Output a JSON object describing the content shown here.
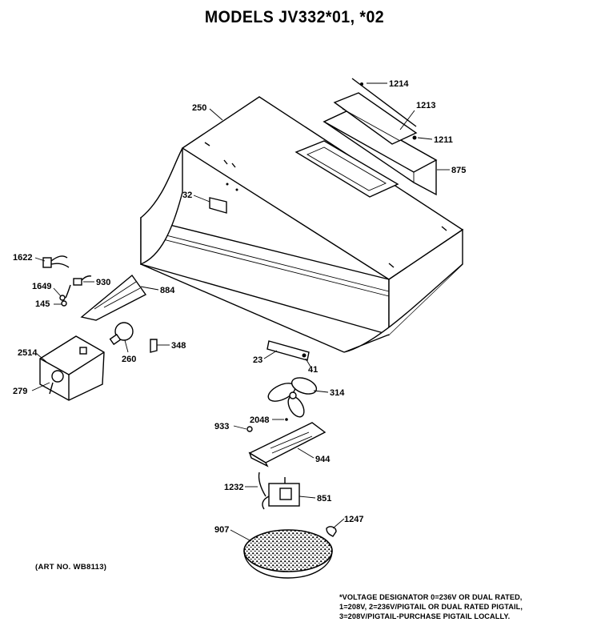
{
  "title": "MODELS JV332*01, *02",
  "art_no": "(ART NO. WB8113)",
  "footnote": [
    "*VOLTAGE DESIGNATOR 0=236V OR DUAL RATED,",
    "1=208V, 2=236V/PIGTAIL OR DUAL RATED PIGTAIL,",
    "3=208V/PIGTAIL-PURCHASE PIGTAIL LOCALLY."
  ],
  "parts": {
    "p1214": "1214",
    "p1213": "1213",
    "p1211": "1211",
    "p875": "875",
    "p250": "250",
    "p32": "32",
    "p1622": "1622",
    "p930": "930",
    "p1649": "1649",
    "p884": "884",
    "p145": "145",
    "p348": "348",
    "p2514": "2514",
    "p260": "260",
    "p279": "279",
    "p23": "23",
    "p41": "41",
    "p314": "314",
    "p933": "933",
    "p2048": "2048",
    "p944": "944",
    "p1232": "1232",
    "p851": "851",
    "p907": "907",
    "p1247": "1247"
  }
}
